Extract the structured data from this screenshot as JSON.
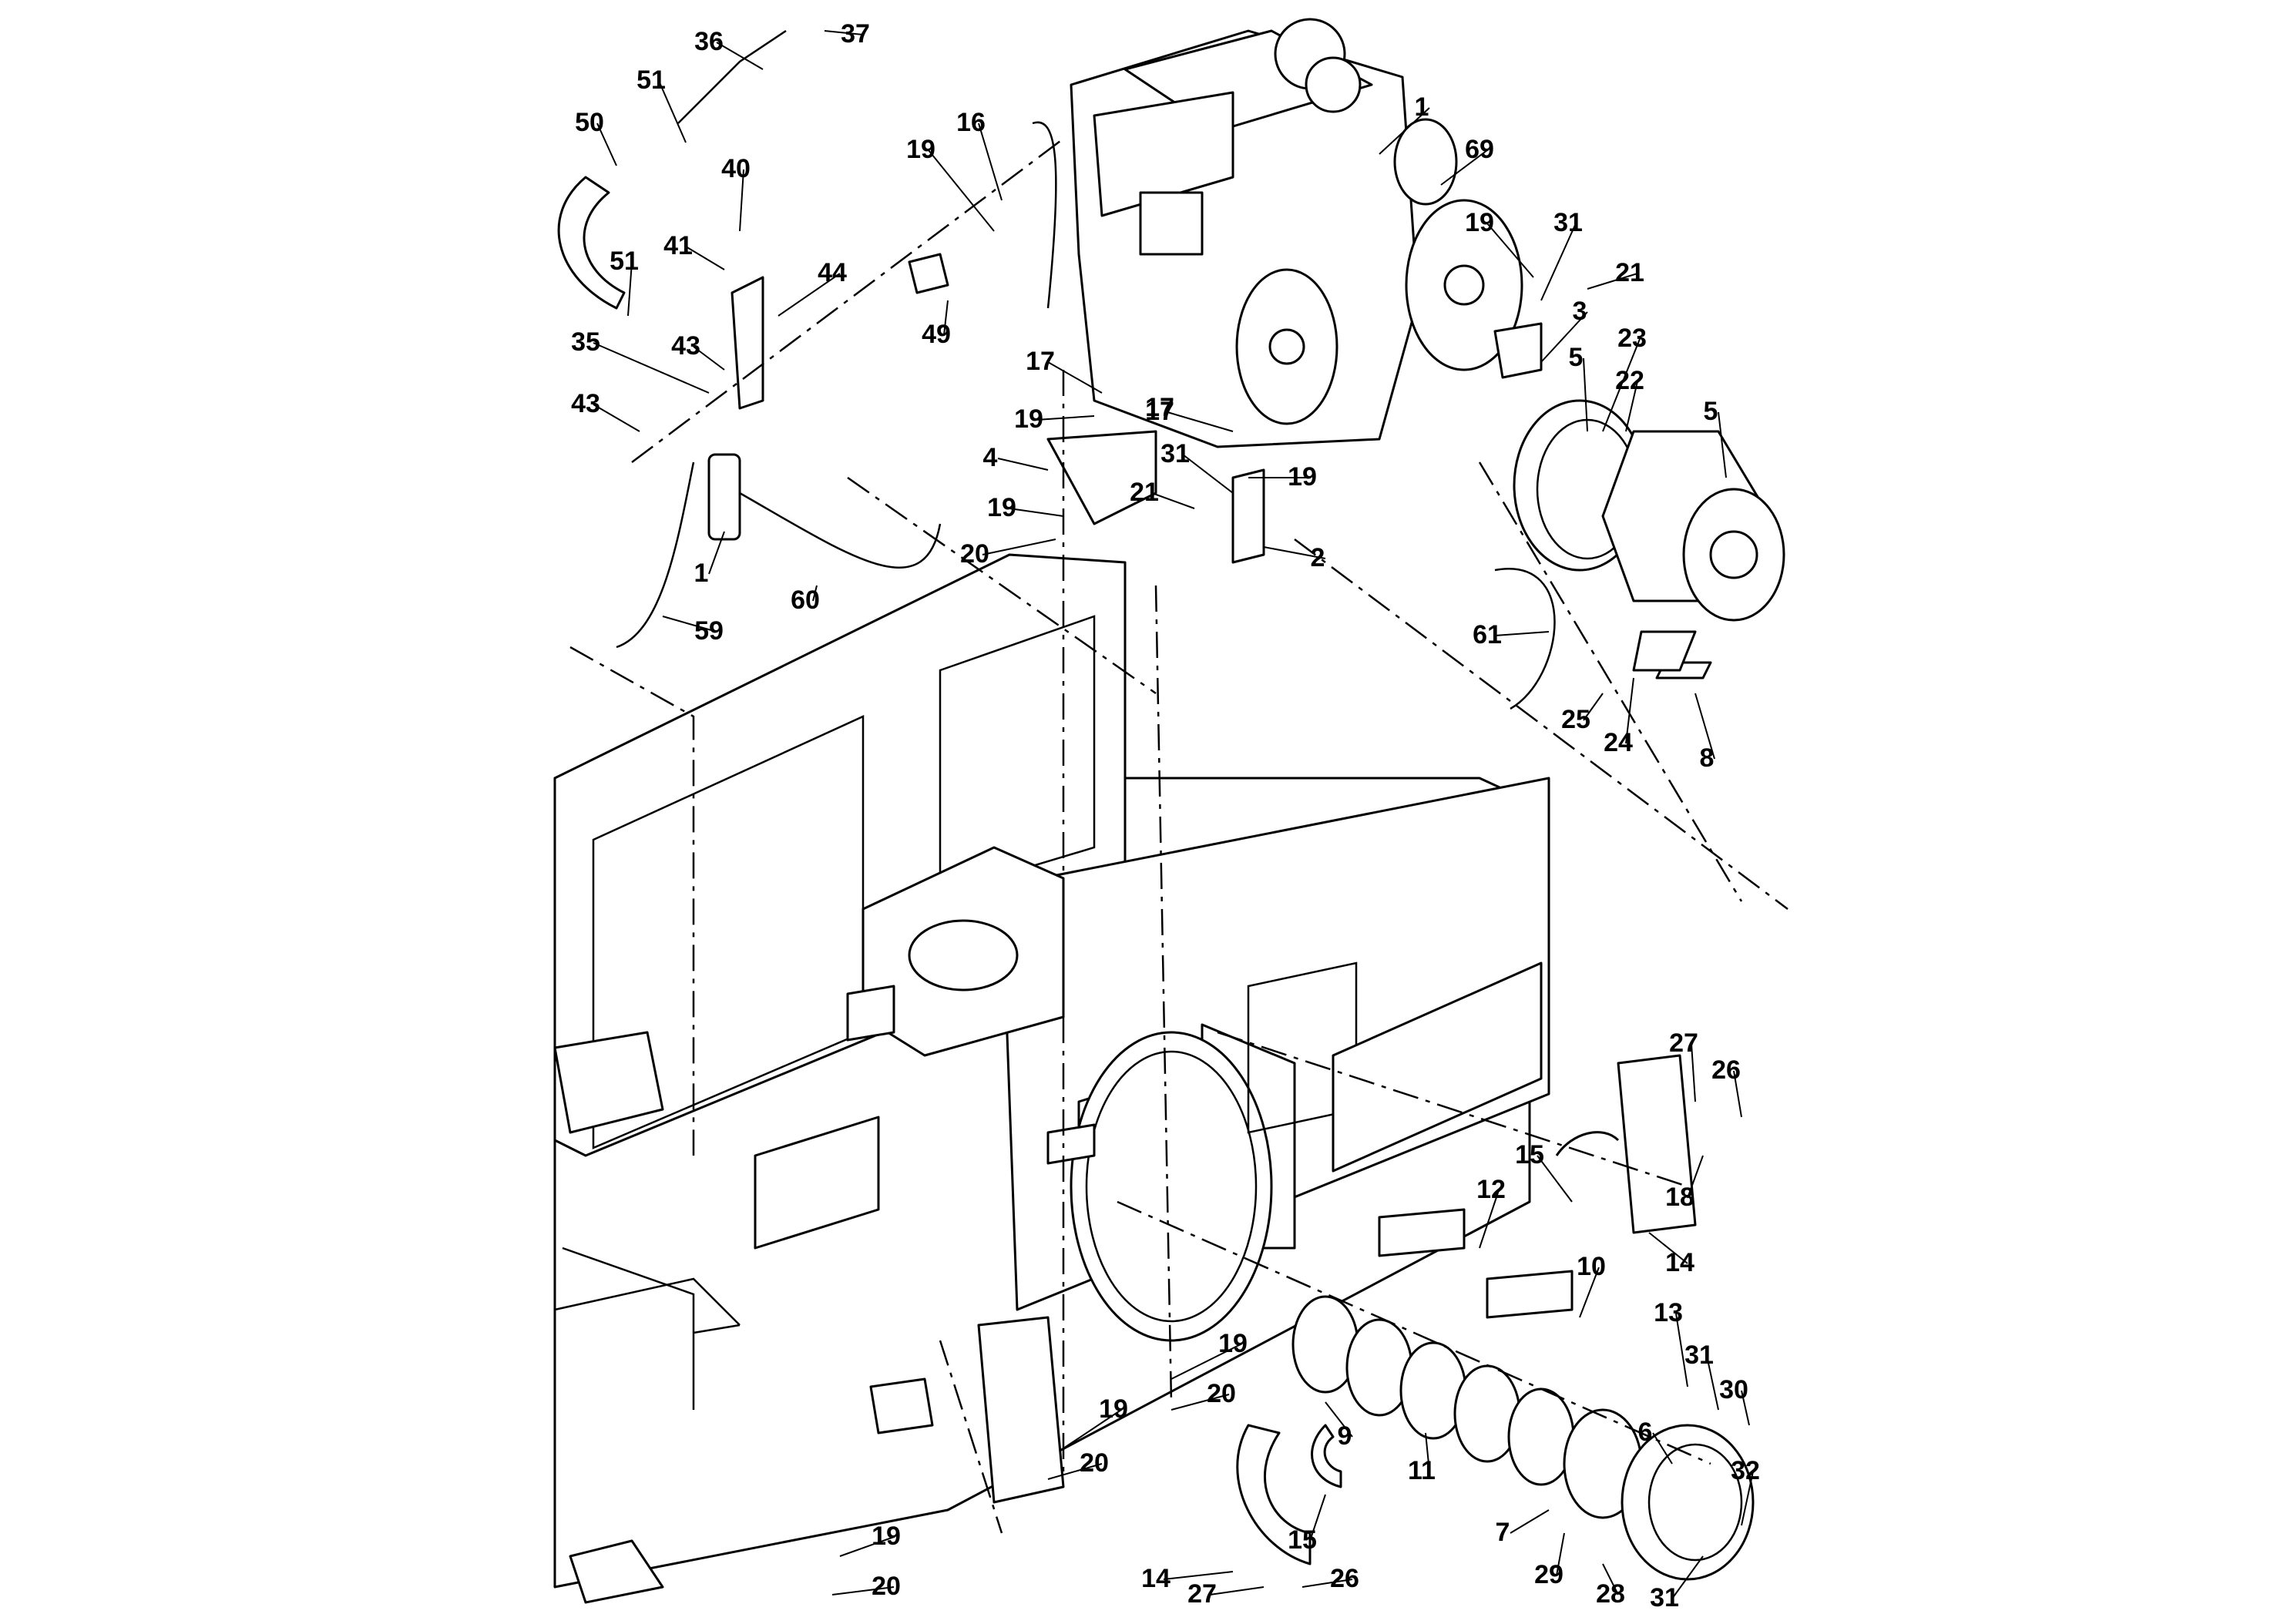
{
  "diagram": {
    "type": "exploded-parts-view",
    "callouts": [
      {
        "id": "c1",
        "label": "1"
      },
      {
        "id": "c69",
        "label": "69"
      },
      {
        "id": "c37",
        "label": "37"
      },
      {
        "id": "c36",
        "label": "36"
      },
      {
        "id": "c51a",
        "label": "51"
      },
      {
        "id": "c50",
        "label": "50"
      },
      {
        "id": "c16",
        "label": "16"
      },
      {
        "id": "c19a",
        "label": "19"
      },
      {
        "id": "c40",
        "label": "40"
      },
      {
        "id": "c41",
        "label": "41"
      },
      {
        "id": "c51b",
        "label": "51"
      },
      {
        "id": "c44",
        "label": "44"
      },
      {
        "id": "c49",
        "label": "49"
      },
      {
        "id": "c35",
        "label": "35"
      },
      {
        "id": "c43a",
        "label": "43"
      },
      {
        "id": "c43b",
        "label": "43"
      },
      {
        "id": "c17a",
        "label": "17"
      },
      {
        "id": "c19b",
        "label": "19"
      },
      {
        "id": "c31a",
        "label": "31"
      },
      {
        "id": "c21a",
        "label": "21"
      },
      {
        "id": "c3",
        "label": "3"
      },
      {
        "id": "c23",
        "label": "23"
      },
      {
        "id": "c22",
        "label": "22"
      },
      {
        "id": "c5a",
        "label": "5"
      },
      {
        "id": "c5b",
        "label": "5"
      },
      {
        "id": "c17b",
        "label": "17"
      },
      {
        "id": "c19c",
        "label": "19"
      },
      {
        "id": "c4",
        "label": "4"
      },
      {
        "id": "c17c",
        "label": "17"
      },
      {
        "id": "c31b",
        "label": "31"
      },
      {
        "id": "c21b",
        "label": "21"
      },
      {
        "id": "c19d",
        "label": "19"
      },
      {
        "id": "c19e",
        "label": "19"
      },
      {
        "id": "c20a",
        "label": "20"
      },
      {
        "id": "c2",
        "label": "2"
      },
      {
        "id": "c1b",
        "label": "1"
      },
      {
        "id": "c59",
        "label": "59"
      },
      {
        "id": "c60",
        "label": "60"
      },
      {
        "id": "c61",
        "label": "61"
      },
      {
        "id": "c25",
        "label": "25"
      },
      {
        "id": "c24",
        "label": "24"
      },
      {
        "id": "c8",
        "label": "8"
      },
      {
        "id": "c27a",
        "label": "27"
      },
      {
        "id": "c26a",
        "label": "26"
      },
      {
        "id": "c15a",
        "label": "15"
      },
      {
        "id": "c12",
        "label": "12"
      },
      {
        "id": "c18",
        "label": "18"
      },
      {
        "id": "c14a",
        "label": "14"
      },
      {
        "id": "c10",
        "label": "10"
      },
      {
        "id": "c13",
        "label": "13"
      },
      {
        "id": "c31c",
        "label": "31"
      },
      {
        "id": "c30",
        "label": "30"
      },
      {
        "id": "c19f",
        "label": "19"
      },
      {
        "id": "c20b",
        "label": "20"
      },
      {
        "id": "c19g",
        "label": "19"
      },
      {
        "id": "c20c",
        "label": "20"
      },
      {
        "id": "c9",
        "label": "9"
      },
      {
        "id": "c6",
        "label": "6"
      },
      {
        "id": "c32",
        "label": "32"
      },
      {
        "id": "c11",
        "label": "11"
      },
      {
        "id": "c7",
        "label": "7"
      },
      {
        "id": "c15b",
        "label": "15"
      },
      {
        "id": "c29",
        "label": "29"
      },
      {
        "id": "c28",
        "label": "28"
      },
      {
        "id": "c19h",
        "label": "19"
      },
      {
        "id": "c20d",
        "label": "20"
      },
      {
        "id": "c14b",
        "label": "14"
      },
      {
        "id": "c27b",
        "label": "27"
      },
      {
        "id": "c26b",
        "label": "26"
      },
      {
        "id": "c31d",
        "label": "31"
      }
    ]
  }
}
